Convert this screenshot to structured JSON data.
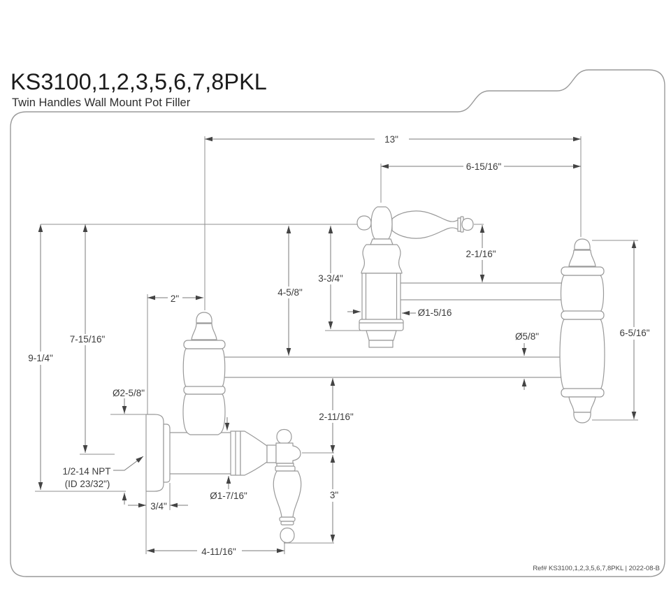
{
  "title": "KS3100,1,2,3,5,6,7,8PKL",
  "subtitle": "Twin Handles Wall Mount Pot Filler",
  "footer": {
    "ref_note": "Ref# KS3100,1,2,3,5,6,7,8PKL | 2022-08-B"
  },
  "dims": {
    "overall_reach": "13\"",
    "spout_to_joint": "6-15/16\"",
    "joint_drop": "2-1/16\"",
    "spout_body_height": "3-3/4\"",
    "spout_to_arm": "4-5/8\"",
    "wall_to_riser": "2\"",
    "wall_to_arm_center": "7-15/16\"",
    "overall_height": "9-1/4\"",
    "flange_diameter": "Ø2-5/8\"",
    "spout_body_diameter": "Ø1-5/16",
    "arm_tube_diameter": "Ø5/8\"",
    "pivot_height": "6-5/16\"",
    "arm_to_handle": "2-11/16\"",
    "npt_spec": "1/2-14 NPT",
    "npt_id": "(ID 23/32\")",
    "flange_depth": "3/4\"",
    "valve_body_diameter": "Ø1-7/16\"",
    "handle_length": "3\"",
    "wall_to_handle_tip": "4-11/16\""
  },
  "colors": {
    "background": "#ffffff",
    "sheet_border": "#9a9a9a",
    "part_outline": "#999999",
    "dimension_line": "#7a7a7a",
    "dimension_text": "#3c3c3c",
    "title_text": "#1b1b1b"
  }
}
